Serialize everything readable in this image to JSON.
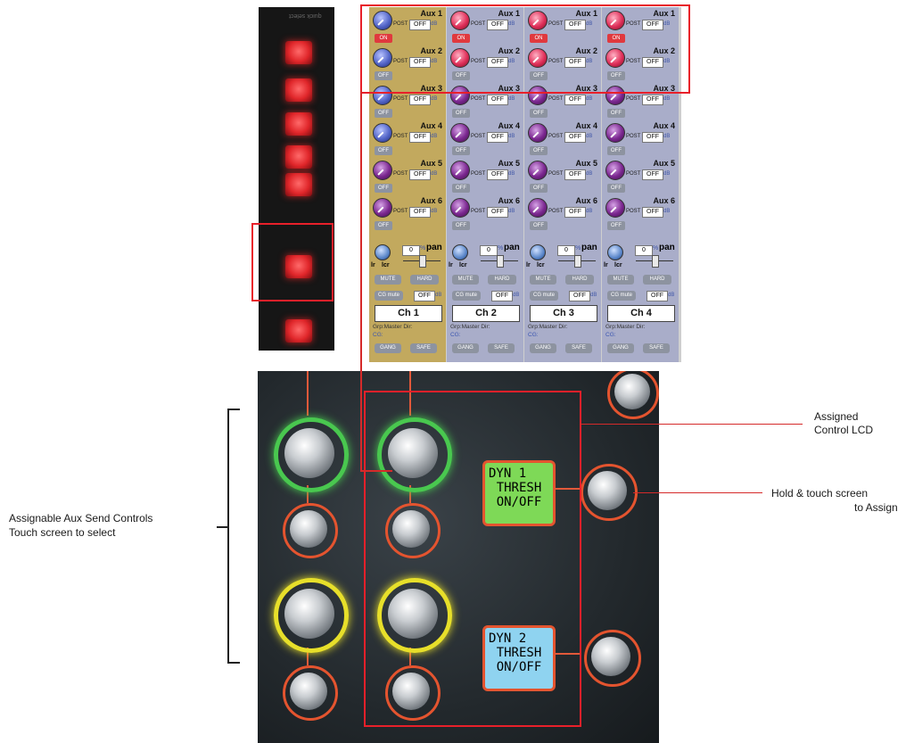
{
  "strip": {
    "top_label": "quick select"
  },
  "screen": {
    "channels": [
      {
        "name": "Ch 1",
        "bg": "#c2a95e",
        "aux": [
          {
            "label": "Aux 1",
            "post": "POST",
            "level": "OFF",
            "unit": "dB",
            "state": "ON",
            "knob": "blue"
          },
          {
            "label": "Aux 2",
            "post": "POST",
            "level": "OFF",
            "unit": "dB",
            "state": "OFF",
            "knob": "blue"
          },
          {
            "label": "Aux 3",
            "post": "POST",
            "level": "OFF",
            "unit": "dB",
            "state": "OFF",
            "knob": "blue"
          },
          {
            "label": "Aux 4",
            "post": "POST",
            "level": "OFF",
            "unit": "dB",
            "state": "OFF",
            "knob": "blue"
          },
          {
            "label": "Aux 5",
            "post": "POST",
            "level": "OFF",
            "unit": "dB",
            "state": "OFF",
            "knob": "purple"
          },
          {
            "label": "Aux 6",
            "post": "POST",
            "level": "OFF",
            "unit": "dB",
            "state": "OFF",
            "knob": "purple"
          }
        ],
        "pan_value": "0",
        "pan_unit": "%",
        "pan_label": "pan",
        "lr": "lr",
        "lcr": "lcr",
        "mute": "MUTE",
        "hard": "HARD",
        "cgmute": "CG mute",
        "cg_level": "OFF",
        "cg_unit": "dB",
        "grp": "Grp:Master",
        "dir": "Dir:",
        "cg": "CG:",
        "gang": "GANG",
        "safe": "SAFE"
      },
      {
        "name": "Ch 2",
        "bg": "#a9adc9",
        "aux": [
          {
            "label": "Aux 1",
            "post": "POST",
            "level": "OFF",
            "unit": "dB",
            "state": "ON",
            "knob": "red"
          },
          {
            "label": "Aux 2",
            "post": "POST",
            "level": "OFF",
            "unit": "dB",
            "state": "OFF",
            "knob": "red"
          },
          {
            "label": "Aux 3",
            "post": "POST",
            "level": "OFF",
            "unit": "dB",
            "state": "OFF",
            "knob": "purple"
          },
          {
            "label": "Aux 4",
            "post": "POST",
            "level": "OFF",
            "unit": "dB",
            "state": "OFF",
            "knob": "purple"
          },
          {
            "label": "Aux 5",
            "post": "POST",
            "level": "OFF",
            "unit": "dB",
            "state": "OFF",
            "knob": "purple"
          },
          {
            "label": "Aux 6",
            "post": "POST",
            "level": "OFF",
            "unit": "dB",
            "state": "OFF",
            "knob": "purple"
          }
        ],
        "pan_value": "0",
        "pan_unit": "%",
        "pan_label": "pan",
        "lr": "lr",
        "lcr": "lcr",
        "mute": "MUTE",
        "hard": "HARD",
        "cgmute": "CG mute",
        "cg_level": "OFF",
        "cg_unit": "dB",
        "grp": "Grp:Master",
        "dir": "Dir:",
        "cg": "CG:",
        "gang": "GANG",
        "safe": "SAFE"
      },
      {
        "name": "Ch 3",
        "bg": "#a9adc9",
        "aux": [
          {
            "label": "Aux 1",
            "post": "POST",
            "level": "OFF",
            "unit": "dB",
            "state": "ON",
            "knob": "red"
          },
          {
            "label": "Aux 2",
            "post": "POST",
            "level": "OFF",
            "unit": "dB",
            "state": "OFF",
            "knob": "red"
          },
          {
            "label": "Aux 3",
            "post": "POST",
            "level": "OFF",
            "unit": "dB",
            "state": "OFF",
            "knob": "purple"
          },
          {
            "label": "Aux 4",
            "post": "POST",
            "level": "OFF",
            "unit": "dB",
            "state": "OFF",
            "knob": "purple"
          },
          {
            "label": "Aux 5",
            "post": "POST",
            "level": "OFF",
            "unit": "dB",
            "state": "OFF",
            "knob": "purple"
          },
          {
            "label": "Aux 6",
            "post": "POST",
            "level": "OFF",
            "unit": "dB",
            "state": "OFF",
            "knob": "purple"
          }
        ],
        "pan_value": "0",
        "pan_unit": "%",
        "pan_label": "pan",
        "lr": "lr",
        "lcr": "lcr",
        "mute": "MUTE",
        "hard": "HARD",
        "cgmute": "CG mute",
        "cg_level": "OFF",
        "cg_unit": "dB",
        "grp": "Grp:Master",
        "dir": "Dir:",
        "cg": "CG:",
        "gang": "GANG",
        "safe": "SAFE"
      },
      {
        "name": "Ch 4",
        "bg": "#a9adc9",
        "aux": [
          {
            "label": "Aux 1",
            "post": "POST",
            "level": "OFF",
            "unit": "dB",
            "state": "ON",
            "knob": "red"
          },
          {
            "label": "Aux 2",
            "post": "POST",
            "level": "OFF",
            "unit": "dB",
            "state": "OFF",
            "knob": "red"
          },
          {
            "label": "Aux 3",
            "post": "POST",
            "level": "OFF",
            "unit": "dB",
            "state": "OFF",
            "knob": "purple"
          },
          {
            "label": "Aux 4",
            "post": "POST",
            "level": "OFF",
            "unit": "dB",
            "state": "OFF",
            "knob": "purple"
          },
          {
            "label": "Aux 5",
            "post": "POST",
            "level": "OFF",
            "unit": "dB",
            "state": "OFF",
            "knob": "purple"
          },
          {
            "label": "Aux 6",
            "post": "POST",
            "level": "OFF",
            "unit": "dB",
            "state": "OFF",
            "knob": "purple"
          }
        ],
        "pan_value": "0",
        "pan_unit": "%",
        "pan_label": "pan",
        "lr": "lr",
        "lcr": "lcr",
        "mute": "MUTE",
        "hard": "HARD",
        "cgmute": "CG mute",
        "cg_level": "OFF",
        "cg_unit": "dB",
        "grp": "Grp:Master",
        "dir": "Dir:",
        "cg": "CG:",
        "gang": "GANG",
        "safe": "SAFE"
      }
    ]
  },
  "hardware": {
    "lcd1": {
      "line1": "DYN 1",
      "line2": "THRESH",
      "line3": "ON/OFF",
      "bg": "#7ed957"
    },
    "lcd2": {
      "line1": "DYN 2",
      "line2": "THRESH",
      "line3": "ON/OFF",
      "bg": "#8fd3f0"
    }
  },
  "annotations": {
    "assigned_lcd": [
      "Assigned",
      "Control LCD"
    ],
    "hold_touch": [
      "Hold & touch screen",
      "to Assign"
    ],
    "aux_send": [
      "Assignable Aux Send Controls",
      "Touch screen to select"
    ]
  },
  "colors": {
    "callout": "#e8202a",
    "knob_green": "#49c84f",
    "knob_yellow": "#e7df2a",
    "knob_red": "#e4542f"
  }
}
